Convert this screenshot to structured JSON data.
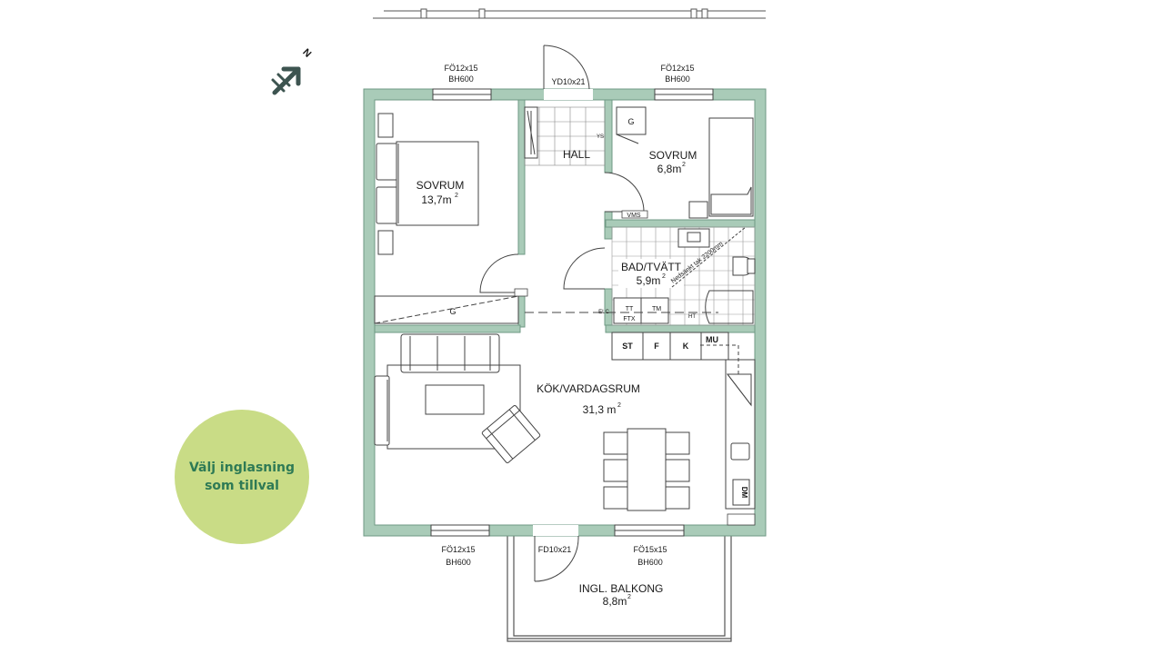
{
  "compass": {
    "north_label": "N",
    "icon": "north-arrow-icon"
  },
  "colors": {
    "wall": "#a9cbb8",
    "wall_stroke": "#6f9a84",
    "line": "#3a3a3a",
    "badge": "#c9dc86",
    "badge_text": "#2e7a55",
    "compass": "#3d5450"
  },
  "rooms": {
    "bedroom_large": {
      "name": "SOVRUM",
      "area": "13,7m",
      "sup": "2"
    },
    "bedroom_small": {
      "name": "SOVRUM",
      "area": "6,8m",
      "sup": "2"
    },
    "hall": {
      "name": "HALL"
    },
    "bathroom": {
      "name": "BAD/TVÄTT",
      "area": "5,9m",
      "sup": "2"
    },
    "kitchen_living": {
      "name": "KÖK/VARDAGSRUM",
      "area": "31,3 m",
      "sup": "2"
    },
    "balcony": {
      "name": "INGL. BALKONG",
      "area": "8,8m",
      "sup": "2"
    }
  },
  "windows": {
    "top_left": {
      "type": "FÖ12x15",
      "height": "BH600"
    },
    "top_right": {
      "type": "FÖ12x15",
      "height": "BH600"
    },
    "bottom_left": {
      "type": "FÖ12x15",
      "height": "BH600"
    },
    "bottom_right": {
      "type": "FÖ15x15",
      "height": "BH600"
    }
  },
  "doors": {
    "entry": "YD10x21",
    "balcony": "FD10x21"
  },
  "fixtures": {
    "wardrobe_g": "G",
    "wardrobe_g2": "G",
    "ys": "YS",
    "vms": "VMS",
    "stove": "ST",
    "fridge": "F",
    "freezer": "K",
    "microwave": "MU",
    "dishwasher": "DM",
    "dryer": "TT",
    "washer": "TM",
    "ftx": "FTX",
    "elc": "ELC",
    "ht": "HT",
    "ceiling_note": "Nedsänkt tak 2200mm"
  },
  "badge": {
    "line1": "Välj inglasning",
    "line2": "som tillval"
  }
}
